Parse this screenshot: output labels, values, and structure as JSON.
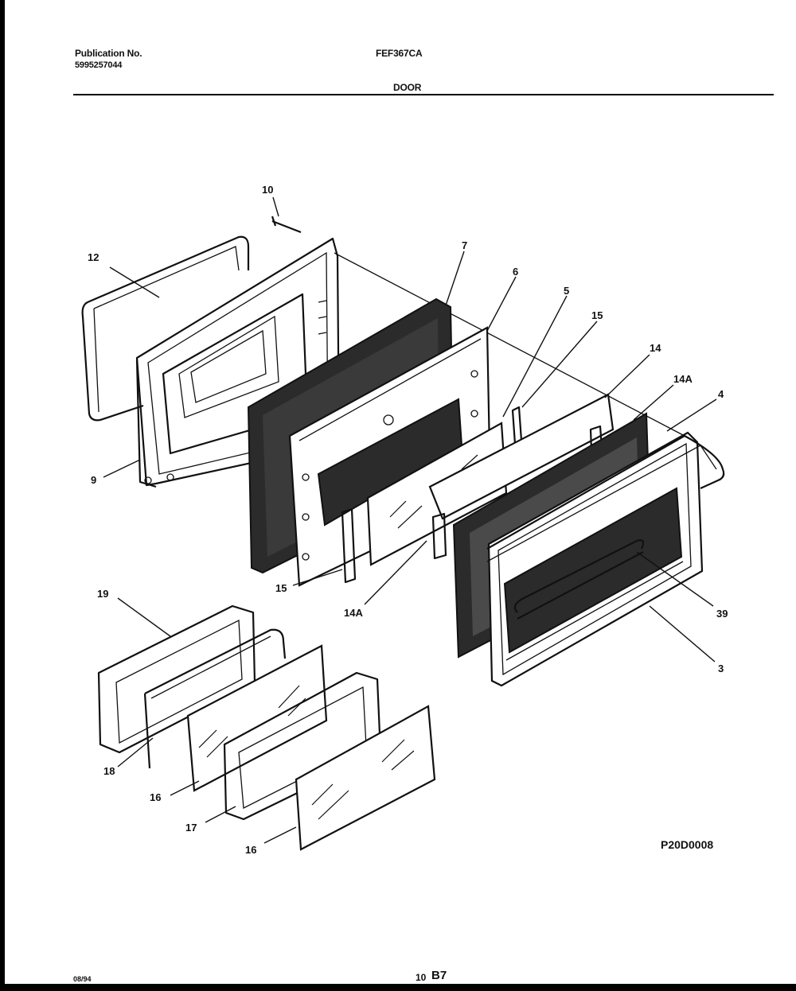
{
  "header": {
    "publication_label": "Publication No.",
    "publication_number": "5995257044",
    "model": "FEF367CA",
    "section_title": "DOOR"
  },
  "diagram": {
    "drawing_code": "P20D0008",
    "callouts": [
      "10",
      "12",
      "9",
      "7",
      "6",
      "5",
      "15",
      "14",
      "14A",
      "4",
      "15",
      "14A",
      "39",
      "3",
      "19",
      "18",
      "16",
      "17",
      "16"
    ]
  },
  "footer": {
    "date_code": "08/94",
    "page_number": "10",
    "page_code": "B7"
  }
}
